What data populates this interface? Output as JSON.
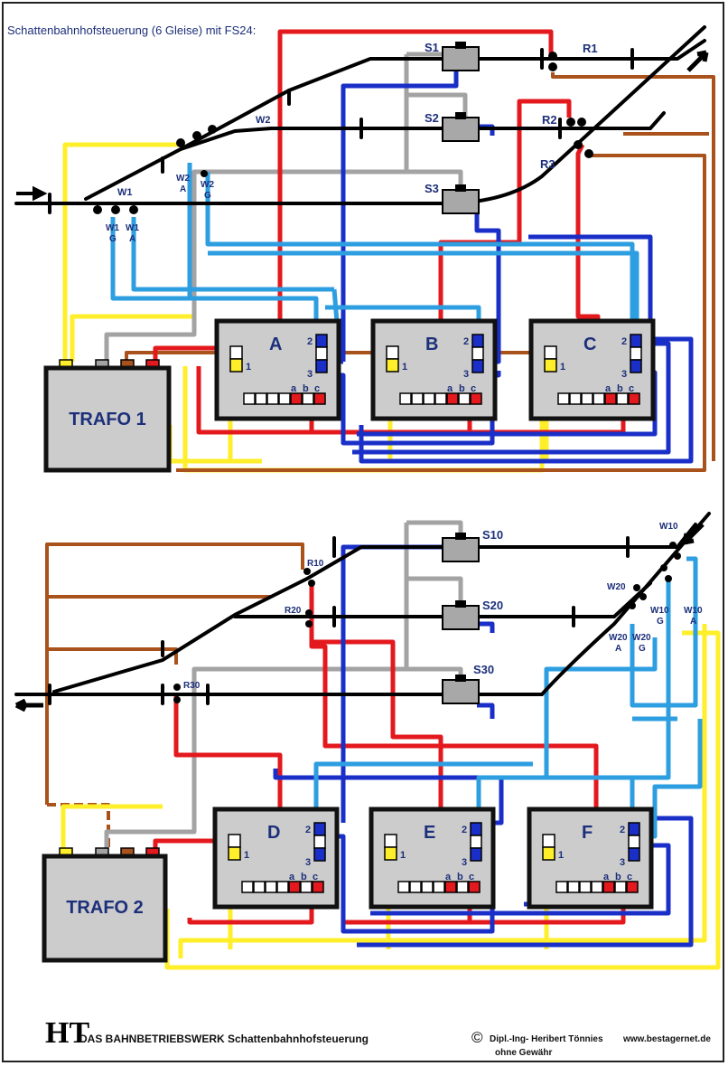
{
  "title": "Schattenbahnhofsteuerung (6 Gleise) mit FS24:",
  "trafos": [
    {
      "label": "TRAFO 1"
    },
    {
      "label": "TRAFO 2"
    }
  ],
  "modules_top": [
    {
      "letter": "A",
      "port1": "1",
      "port2": "2",
      "port3": "3",
      "a": "a",
      "b": "b",
      "c": "c"
    },
    {
      "letter": "B",
      "port1": "1",
      "port2": "2",
      "port3": "3",
      "a": "a",
      "b": "b",
      "c": "c"
    },
    {
      "letter": "C",
      "port1": "1",
      "port2": "2",
      "port3": "3",
      "a": "a",
      "b": "b",
      "c": "c"
    }
  ],
  "modules_bottom": [
    {
      "letter": "D",
      "port1": "1",
      "port2": "2",
      "port3": "3",
      "a": "a",
      "b": "b",
      "c": "c"
    },
    {
      "letter": "E",
      "port1": "1",
      "port2": "2",
      "port3": "3",
      "a": "a",
      "b": "b",
      "c": "c"
    },
    {
      "letter": "F",
      "port1": "1",
      "port2": "2",
      "port3": "3",
      "a": "a",
      "b": "b",
      "c": "c"
    }
  ],
  "labels_top": {
    "s1": "S1",
    "s2": "S2",
    "s3": "S3",
    "r1": "R1",
    "r2": "R2",
    "r3": "R3",
    "w1": "W1",
    "w2": "W2",
    "w1g_a": "W1",
    "w1g_b": "G",
    "w1a_a": "W1",
    "w1a_b": "A",
    "w2a_a": "W2",
    "w2a_b": "A",
    "w2g_a": "W2",
    "w2g_b": "G"
  },
  "labels_bottom": {
    "s10": "S10",
    "s20": "S20",
    "s30": "S30",
    "r10": "R10",
    "r20": "R20",
    "r30": "R30",
    "w10": "W10",
    "w20": "W20",
    "w10g_a": "W10",
    "w10g_b": "G",
    "w10a_a": "W10",
    "w10a_b": "A",
    "w20a_a": "W20",
    "w20a_b": "A",
    "w20g_a": "W20",
    "w20g_b": "G"
  },
  "footer": {
    "logo": "HT",
    "title": "DAS  BAHNBETRIEBSWERK   Schattenbahnhofsteuerung",
    "copyright_symbol": "©",
    "author": "Dipl.-Ing- Heribert Tönnies",
    "disclaimer": "ohne Gewähr",
    "url": "www.bestagernet.de"
  },
  "colors": {
    "track": "#000000",
    "red": "#e3191e",
    "blue": "#1a2fc7",
    "lightblue": "#2d9ee0",
    "yellow": "#ffee2a",
    "brown": "#a9521c",
    "gray": "#a3a3a3",
    "module": "#cccccc",
    "text": "#1c2f7a"
  }
}
